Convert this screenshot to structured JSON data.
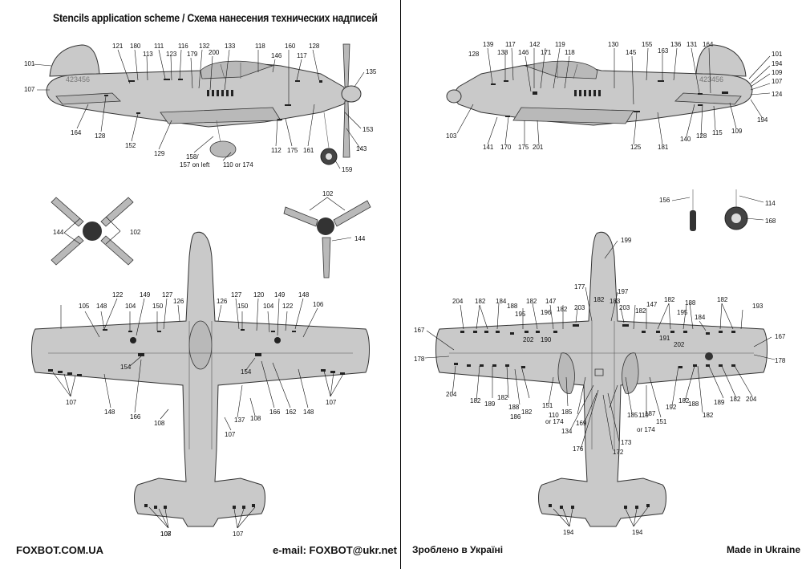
{
  "header": {
    "title": "Stencils application scheme / Схема нанесения технических надписей"
  },
  "footer": {
    "left": "FOXBOT.COM.UA",
    "email": "e-mail: FOXBOT@ukr.net",
    "made_ua": "Зроблено в Україні",
    "made_en": "Made in Ukraine"
  },
  "side_left": {
    "serial": "423456",
    "labels": [
      "121",
      "180",
      "111",
      "116",
      "132",
      "133",
      "118",
      "160",
      "128",
      "101",
      "113",
      "123",
      "179",
      "200",
      "146",
      "117",
      "107",
      "135",
      "164",
      "128",
      "152",
      "129",
      "158/",
      "157 on left",
      "110 or 174",
      "112",
      "175",
      "161",
      "153",
      "143",
      "159"
    ]
  },
  "side_right": {
    "serial": "423456",
    "labels": [
      "139",
      "117",
      "142",
      "119",
      "130",
      "155",
      "136",
      "164",
      "101",
      "128",
      "138",
      "146",
      "171",
      "118",
      "145",
      "163",
      "131",
      "194",
      "109",
      "107",
      "124",
      "103",
      "141",
      "170",
      "175",
      "201",
      "125",
      "181",
      "140",
      "128",
      "115",
      "109",
      "194"
    ]
  },
  "props": {
    "left": [
      "144",
      "102"
    ],
    "right": [
      "102",
      "144"
    ]
  },
  "wheels": {
    "labels": [
      "156",
      "114",
      "168"
    ]
  },
  "top_view": {
    "labels": [
      "122",
      "149",
      "127",
      "126",
      "126",
      "127",
      "120",
      "149",
      "148",
      "105",
      "148",
      "104",
      "150",
      "150",
      "104",
      "122",
      "106",
      "154",
      "154",
      "107",
      "107",
      "148",
      "166",
      "108",
      "137",
      "108",
      "166",
      "162",
      "148",
      "107",
      "108",
      "107",
      "107"
    ]
  },
  "bottom_view": {
    "labels": [
      "199",
      "177",
      "197",
      "204",
      "182",
      "184",
      "183",
      "147",
      "182",
      "188",
      "193",
      "188",
      "182",
      "147",
      "182",
      "203",
      "203",
      "182",
      "195",
      "196",
      "182",
      "184",
      "182",
      "195",
      "167",
      "191",
      "202",
      "190",
      "202",
      "167",
      "178",
      "178",
      "204",
      "182",
      "189",
      "182",
      "188",
      "182",
      "186",
      "151",
      "185",
      "110",
      "or 174",
      "134",
      "169",
      "176",
      "185",
      "110",
      "or 174",
      "187",
      "151",
      "192",
      "182",
      "188",
      "182",
      "189",
      "182",
      "204",
      "173",
      "172",
      "194",
      "194"
    ]
  }
}
